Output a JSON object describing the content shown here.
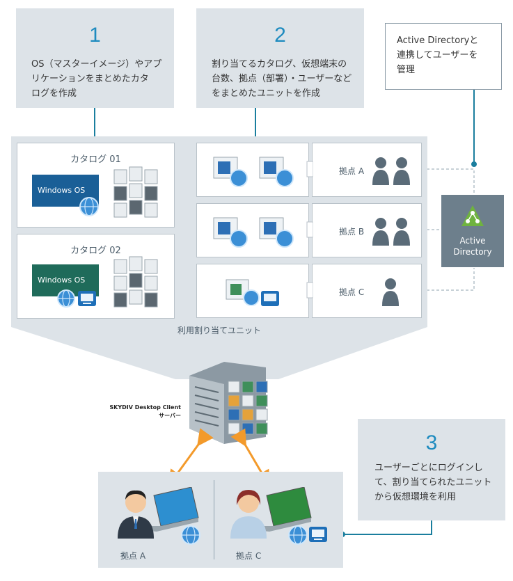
{
  "step1": {
    "number": "1",
    "text": "OS（マスターイメージ）やアプ\nリケーションをまとめたカタ\nログを作成"
  },
  "step2": {
    "number": "2",
    "text": "割り当てるカタログ、仮想端末の\n台数、拠点（部署）・ユーザーなど\nをまとめたユニットを作成"
  },
  "step3": {
    "number": "3",
    "text": "ユーザーごとにログインし\nて、割り当てられたユニット\nから仮想環境を利用"
  },
  "ad_note": {
    "text": "Active Directoryと\n連携してユーザーを\n管理"
  },
  "ad_server": {
    "label_line1": "Active",
    "label_line2": "Directory"
  },
  "catalogs": [
    {
      "title": "カタログ 01",
      "os_label": "Windows OS"
    },
    {
      "title": "カタログ 02",
      "os_label": "Windows OS"
    }
  ],
  "locations": [
    {
      "label": "拠点 A"
    },
    {
      "label": "拠点 B"
    },
    {
      "label": "拠点 C"
    }
  ],
  "unit_caption": "利用割り当てユニット",
  "server_label": {
    "line1": "SKYDIV Desktop Client",
    "line2": "サーバー"
  },
  "clients": [
    {
      "label": "拠点 A"
    },
    {
      "label": "拠点 C"
    }
  ],
  "colors": {
    "accent": "#1e8bbf",
    "panel": "#dde3e8",
    "ad_box": "#6d7f8c",
    "windows_blue": "#1a5f97",
    "windows_green": "#1f6b5a"
  }
}
